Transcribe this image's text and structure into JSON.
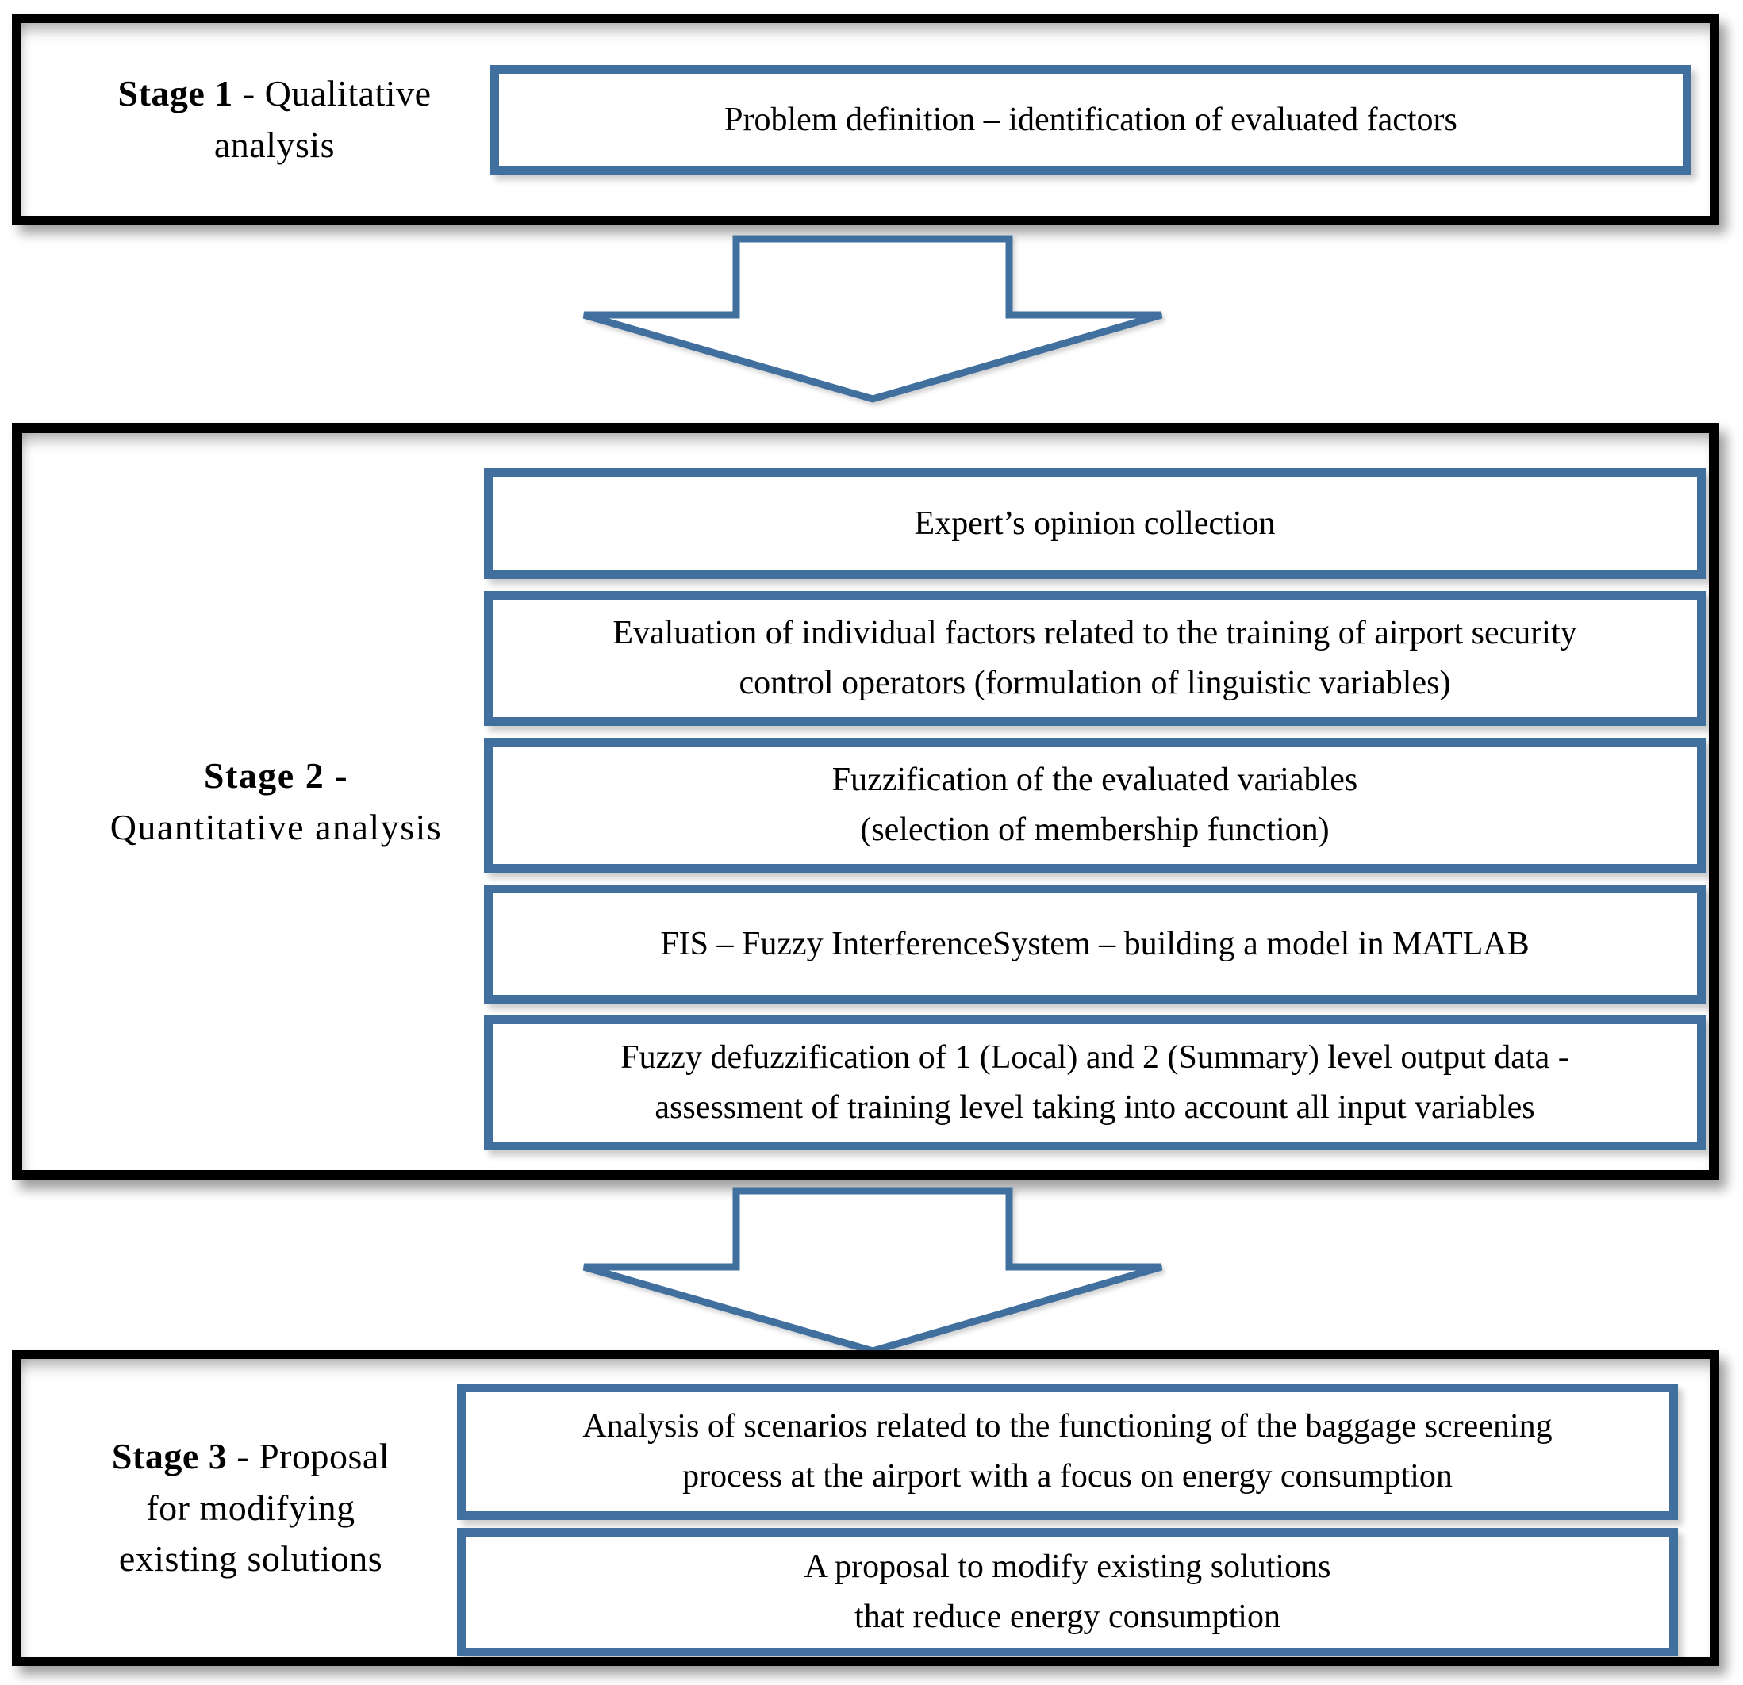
{
  "colors": {
    "accent_blue": "#41709F",
    "frame_black": "#000000",
    "background": "#ffffff"
  },
  "stages": [
    {
      "name": "Stage 1",
      "label_bold": "Stage 1",
      "label_rest": " - Qualitative\nanalysis",
      "boxes": [
        "Problem definition – identification of evaluated factors"
      ]
    },
    {
      "name": "Stage 2",
      "label_bold": "Stage 2",
      "label_rest": " -\nQuantitative analysis",
      "boxes": [
        "Expert’s opinion collection",
        "Evaluation of individual factors related to the training of airport security\ncontrol operators (formulation of linguistic variables)",
        "Fuzzification of the evaluated variables\n(selection of membership function)",
        "FIS – Fuzzy InterferenceSystem – building a model in MATLAB",
        "Fuzzy defuzzification of 1 (Local) and 2 (Summary) level output data -\nassessment of training level taking into account all input variables"
      ]
    },
    {
      "name": "Stage 3",
      "label_bold": "Stage 3",
      "label_rest": " - Proposal\nfor modifying\nexisting solutions",
      "boxes": [
        "Analysis of scenarios related to the functioning of the baggage screening\nprocess at the airport with a focus on energy consumption",
        "A proposal to modify existing solutions\nthat reduce energy consumption"
      ]
    }
  ]
}
